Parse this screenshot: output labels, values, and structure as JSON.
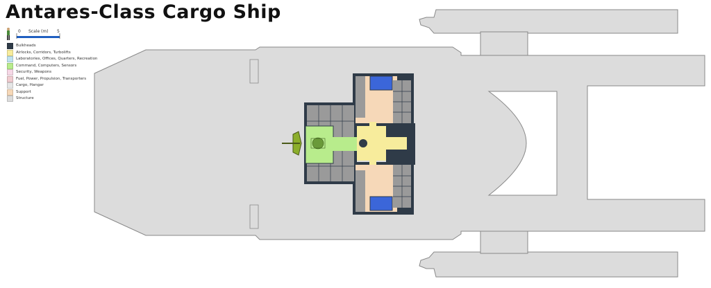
{
  "title": "Antares-Class Cargo Ship",
  "scale": {
    "label": "Scale (m)",
    "min": "0",
    "max": "5"
  },
  "legend": [
    {
      "label": "Bulkheads",
      "color": "#2f3b48"
    },
    {
      "label": "Airlocks, Corridors, Turbolifts",
      "color": "#f7ec9c"
    },
    {
      "label": "Laboratories, Offices, Quarters, Recreation",
      "color": "#bfe2ef"
    },
    {
      "label": "Command, Computers, Sensors",
      "color": "#b8ec8c"
    },
    {
      "label": "Security, Weapons",
      "color": "#f6d8e6"
    },
    {
      "label": "Fuel, Power, Propulsion, Transporters",
      "color": "#f0ccd0"
    },
    {
      "label": "Cargo, Hangar",
      "color": "#e6e6e6"
    },
    {
      "label": "Support",
      "color": "#f6d8b8"
    },
    {
      "label": "Structure",
      "color": "#dcdcdc"
    }
  ]
}
